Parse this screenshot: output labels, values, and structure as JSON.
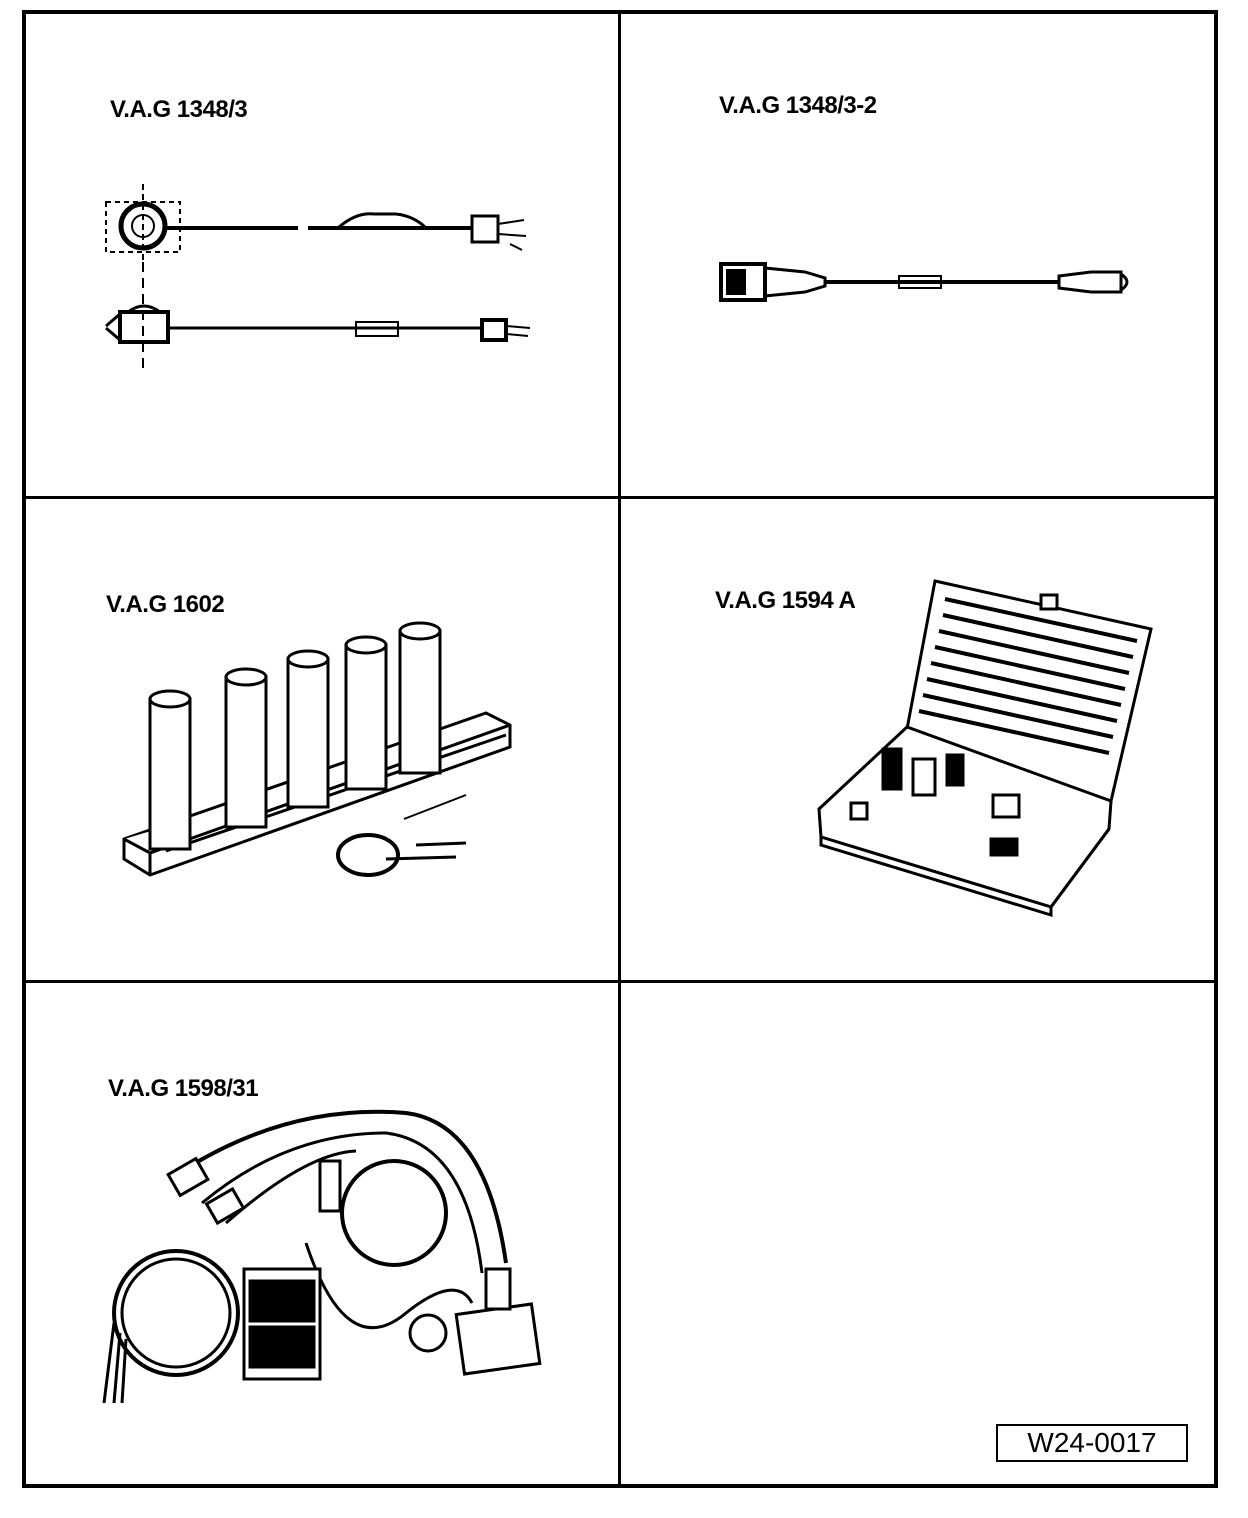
{
  "cells": [
    {
      "label": "V.A.G 1348/3"
    },
    {
      "label": "V.A.G 1348/3-2"
    },
    {
      "label": "V.A.G 1602"
    },
    {
      "label": "V.A.G 1594 A"
    },
    {
      "label": "V.A.G 1598/31"
    },
    {
      "label": ""
    }
  ],
  "figure_ref": "W24-0017"
}
